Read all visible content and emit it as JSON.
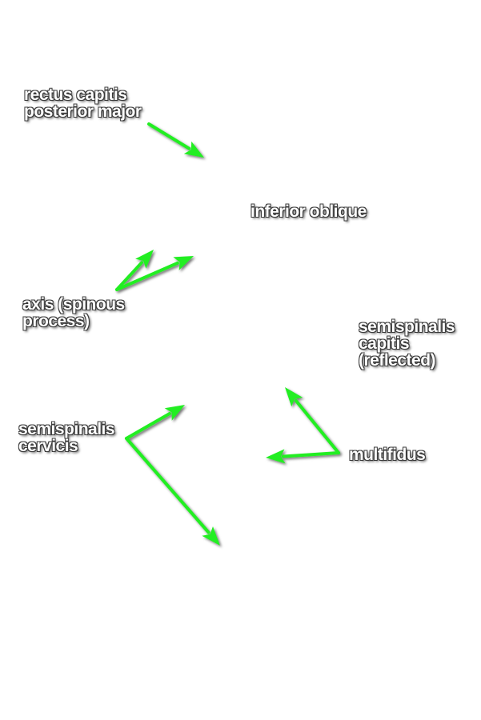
{
  "colors": {
    "arrow": "#22ee22",
    "label_text": "#ffffff",
    "label_outline": "#3a3a3a"
  },
  "labels": {
    "rectus_capitis": [
      "rectus capitis",
      "posterior major"
    ],
    "inferior_oblique": [
      "inferior oblique"
    ],
    "axis": [
      "axis (spinous",
      "process)"
    ],
    "semispinalis_capitis": [
      "semispinalis",
      "capitis",
      "(reflected)"
    ],
    "semispinalis_cervicis": [
      "semispinalis",
      "cervicis"
    ],
    "multifidus": [
      "multifidus"
    ]
  }
}
